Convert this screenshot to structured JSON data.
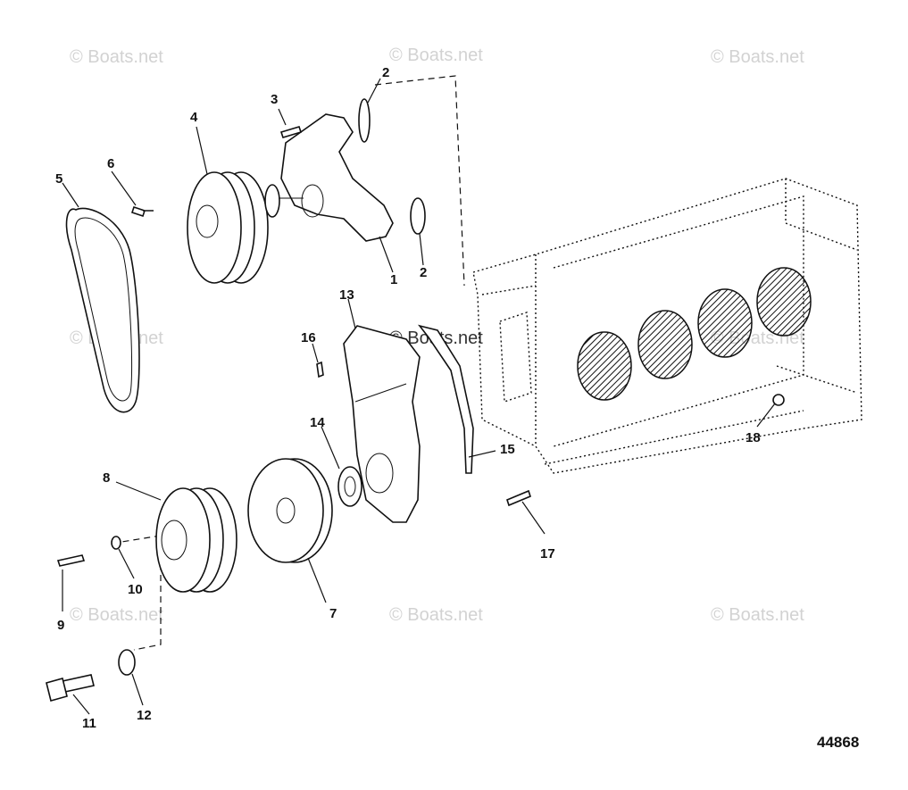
{
  "watermark": "© Boats.net",
  "diagram_number": "44868",
  "callouts": {
    "c1": "1",
    "c2a": "2",
    "c2b": "2",
    "c3": "3",
    "c4": "4",
    "c5": "5",
    "c6": "6",
    "c7": "7",
    "c8": "8",
    "c9": "9",
    "c10": "10",
    "c11": "11",
    "c12": "12",
    "c13": "13",
    "c14": "14",
    "c15": "15",
    "c16": "16",
    "c17": "17",
    "c18": "18"
  }
}
